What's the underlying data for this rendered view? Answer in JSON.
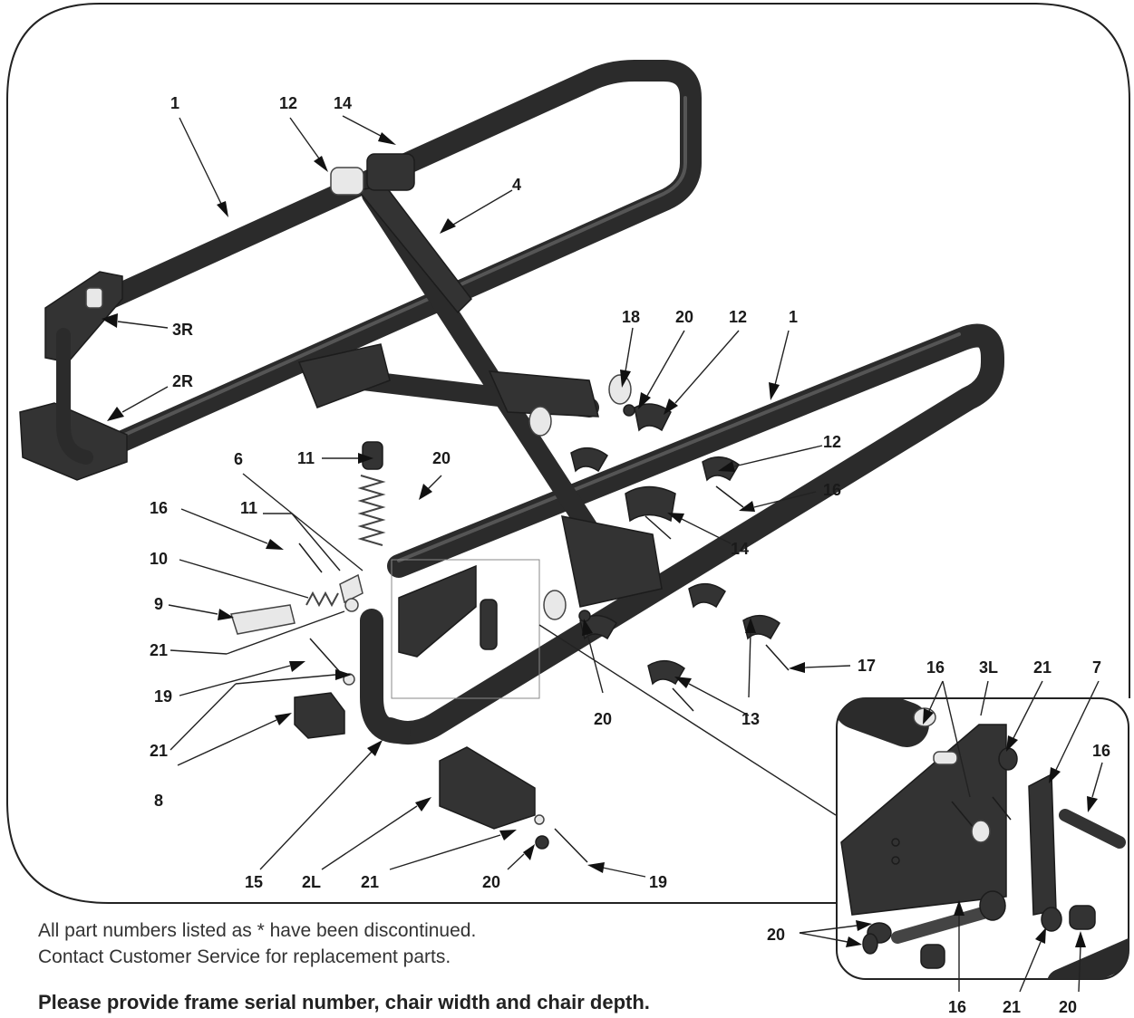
{
  "callouts": {
    "c1a": "1",
    "c12a": "12",
    "c14a": "14",
    "c4": "4",
    "c3R": "3R",
    "c2R": "2R",
    "c18": "18",
    "c20a": "20",
    "c12b": "12",
    "c1b": "1",
    "c11a": "11",
    "c6": "6",
    "c20b": "20",
    "c12c": "12",
    "c16a": "16",
    "c16b": "16",
    "c11b": "11",
    "c14b": "14",
    "c10": "10",
    "c9": "9",
    "c21a": "21",
    "c19a": "19",
    "c21b": "21",
    "c8": "8",
    "c17": "17",
    "c20c": "20",
    "c13": "13",
    "c15": "15",
    "c2L": "2L",
    "c21c": "21",
    "c20d": "20",
    "c19b": "19",
    "c16c": "16",
    "c3L": "3L",
    "c21d": "21",
    "c7": "7",
    "c16d": "16",
    "c20e": "20",
    "c16e": "16",
    "c21e": "21",
    "c20f": "20"
  },
  "notes": {
    "discontinued": "All part numbers listed as * have been discontinued.",
    "contact": "Contact Customer Service for replacement parts.",
    "serial": "Please provide frame serial number, chair width and chair depth."
  }
}
